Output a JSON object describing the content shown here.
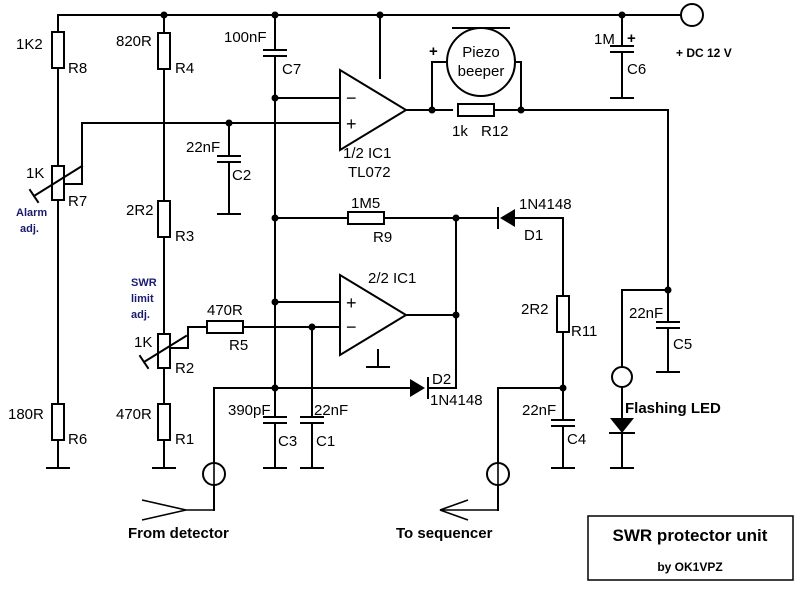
{
  "title": "SWR protector unit",
  "author": "by OK1VPZ",
  "supply": "+ DC 12 V",
  "r8": {
    "value": "1K2",
    "ref": "R8"
  },
  "r4": {
    "value": "820R",
    "ref": "R4"
  },
  "r7": {
    "value": "1K",
    "ref": "R7"
  },
  "r3": {
    "value": "2R2",
    "ref": "R3"
  },
  "r6": {
    "value": "180R",
    "ref": "R6"
  },
  "r2": {
    "value": "1K",
    "ref": "R2"
  },
  "r1": {
    "value": "470R",
    "ref": "R1"
  },
  "r5": {
    "value": "470R",
    "ref": "R5"
  },
  "r9": {
    "value": "1M5",
    "ref": "R9"
  },
  "r11": {
    "value": "2R2",
    "ref": "R11"
  },
  "r12": {
    "value": "1k",
    "ref": "R12"
  },
  "c7": {
    "value": "100nF",
    "ref": "C7"
  },
  "c2": {
    "value": "22nF",
    "ref": "C2"
  },
  "c6": {
    "value": "1M",
    "ref": "C6"
  },
  "c5": {
    "value": "22nF",
    "ref": "C5"
  },
  "c3": {
    "value": "390pF",
    "ref": "C3"
  },
  "c1": {
    "value": "22nF",
    "ref": "C1"
  },
  "c4": {
    "value": "22nF",
    "ref": "C4"
  },
  "d1": {
    "type": "1N4148",
    "ref": "D1"
  },
  "d2": {
    "type": "1N4148",
    "ref": "D2"
  },
  "ic1a": {
    "ref": "1/2 IC1",
    "type": "TL072"
  },
  "ic1b": {
    "ref": "2/2 IC1"
  },
  "piezo": {
    "line1": "Piezo",
    "line2": "beeper"
  },
  "alarm_adj": {
    "line1": "Alarm",
    "line2": "adj."
  },
  "swr_adj": {
    "line1": "SWR",
    "line2": "limit",
    "line3": "adj."
  },
  "led_label": "Flashing LED",
  "from_detector": "From detector",
  "to_sequencer": "To sequencer",
  "plus": "+",
  "minus": "−"
}
